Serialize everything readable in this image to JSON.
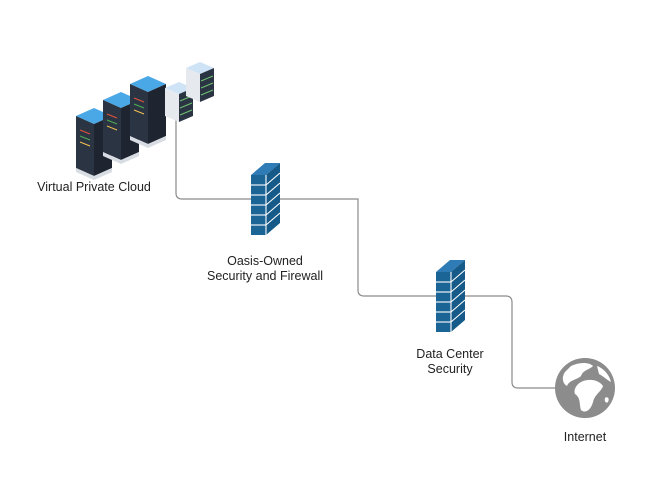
{
  "nodes": {
    "vpc": {
      "label": "Virtual Private Cloud",
      "icon": "server-rack-icon"
    },
    "oasis_firewall": {
      "label_lines": [
        "Oasis-Owned",
        "Security and Firewall"
      ],
      "icon": "firewall-icon"
    },
    "dc_security": {
      "label_lines": [
        "Data Center",
        "Security"
      ],
      "icon": "firewall-icon"
    },
    "internet": {
      "label": "Internet",
      "icon": "globe-icon"
    }
  },
  "colors": {
    "connector": "#8a8a8a",
    "firewall_front": "#1a6496",
    "firewall_side": "#155a88",
    "globe": "#8c8c8c",
    "rack_body": "#2b3442",
    "rack_top": "#4aa8e6"
  }
}
